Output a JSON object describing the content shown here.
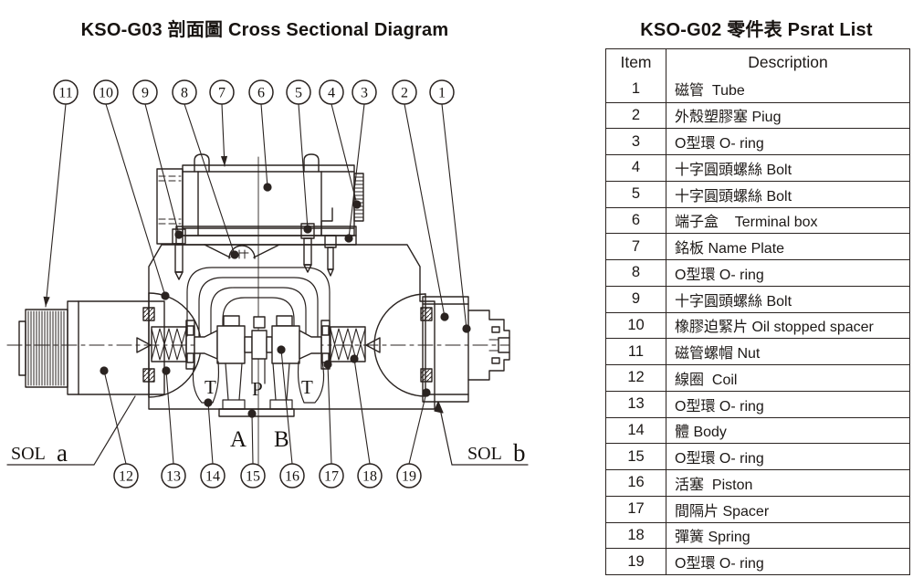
{
  "titles": {
    "left": "KSO-G03 剖面圖 Cross Sectional Diagram",
    "right": "KSO-G02 零件表 Psrat List"
  },
  "table": {
    "headers": [
      "Item",
      "Description"
    ],
    "rows": [
      {
        "item": "1",
        "desc": "磁管  Tube"
      },
      {
        "item": "2",
        "desc": "外殼塑膠塞 Piug"
      },
      {
        "item": "3",
        "desc": "O型環 O- ring"
      },
      {
        "item": "4",
        "desc": "十字圓頭螺絲 Bolt"
      },
      {
        "item": "5",
        "desc": "十字圓頭螺絲 Bolt"
      },
      {
        "item": "6",
        "desc": "端子盒    Terminal box"
      },
      {
        "item": "7",
        "desc": "銘板 Name Plate"
      },
      {
        "item": "8",
        "desc": "O型環 O- ring"
      },
      {
        "item": "9",
        "desc": "十字圓頭螺絲 Bolt"
      },
      {
        "item": "10",
        "desc": "橡膠迫緊片 Oil stopped spacer"
      },
      {
        "item": "11",
        "desc": "磁管螺帽 Nut"
      },
      {
        "item": "12",
        "desc": "線圈  Coil"
      },
      {
        "item": "13",
        "desc": "O型環 O- ring"
      },
      {
        "item": "14",
        "desc": "體 Body"
      },
      {
        "item": "15",
        "desc": "O型環 O- ring"
      },
      {
        "item": "16",
        "desc": "活塞  Piston"
      },
      {
        "item": "17",
        "desc": "間隔片 Spacer"
      },
      {
        "item": "18",
        "desc": "彈簧 Spring"
      },
      {
        "item": "19",
        "desc": "O型環 O- ring"
      }
    ]
  },
  "diagram": {
    "top_callouts": [
      "11",
      "10",
      "9",
      "8",
      "7",
      "6",
      "5",
      "4",
      "3",
      "2",
      "1"
    ],
    "bottom_callouts": [
      "12",
      "13",
      "14",
      "15",
      "16",
      "17",
      "18",
      "19"
    ],
    "port_labels": {
      "t_left": "T",
      "p": "P",
      "t_right": "T",
      "a": "A",
      "b": "B"
    },
    "sol_left": {
      "prefix": "SOL",
      "suffix": "a"
    },
    "sol_right": {
      "prefix": "SOL",
      "suffix": "b"
    }
  },
  "colors": {
    "line": "#2a2320",
    "text": "#171310",
    "background": "#ffffff"
  }
}
